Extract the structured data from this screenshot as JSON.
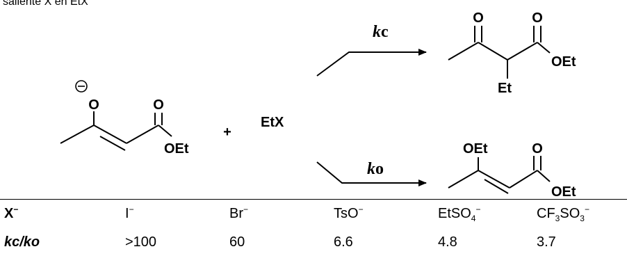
{
  "caption": "saliente X en EtX",
  "reactant": {
    "charge": "⊖",
    "o_enolate": "O",
    "o_carbonyl": "O",
    "ester": "OEt"
  },
  "plus": "+",
  "reagent": "EtX",
  "path_c": {
    "k": "k",
    "sub": "c"
  },
  "path_o": {
    "k": "k",
    "sub": "o"
  },
  "product_c": {
    "o_ketone": "O",
    "o_ester": "O",
    "ester": "OEt",
    "substituent": "Et"
  },
  "product_o": {
    "ether": "OEt",
    "o_carbonyl": "O",
    "ester": "OEt"
  },
  "table": {
    "header_label": "X",
    "header_sup": "−",
    "anions": [
      {
        "base": "I",
        "sub": "",
        "tail": "",
        "sup": "−"
      },
      {
        "base": "Br",
        "sub": "",
        "tail": "",
        "sup": "−"
      },
      {
        "base": "TsO",
        "sub": "",
        "tail": "",
        "sup": "−"
      },
      {
        "base": "EtSO",
        "sub": "4",
        "tail": "",
        "sup": "−"
      },
      {
        "base": "CF",
        "sub": "3",
        "tail": "SO",
        "sub2": "3",
        "sup": "−"
      }
    ],
    "ratio_label": "kc/ko",
    "ratios": [
      ">100",
      "60",
      "6.6",
      "4.8",
      "3.7"
    ]
  }
}
